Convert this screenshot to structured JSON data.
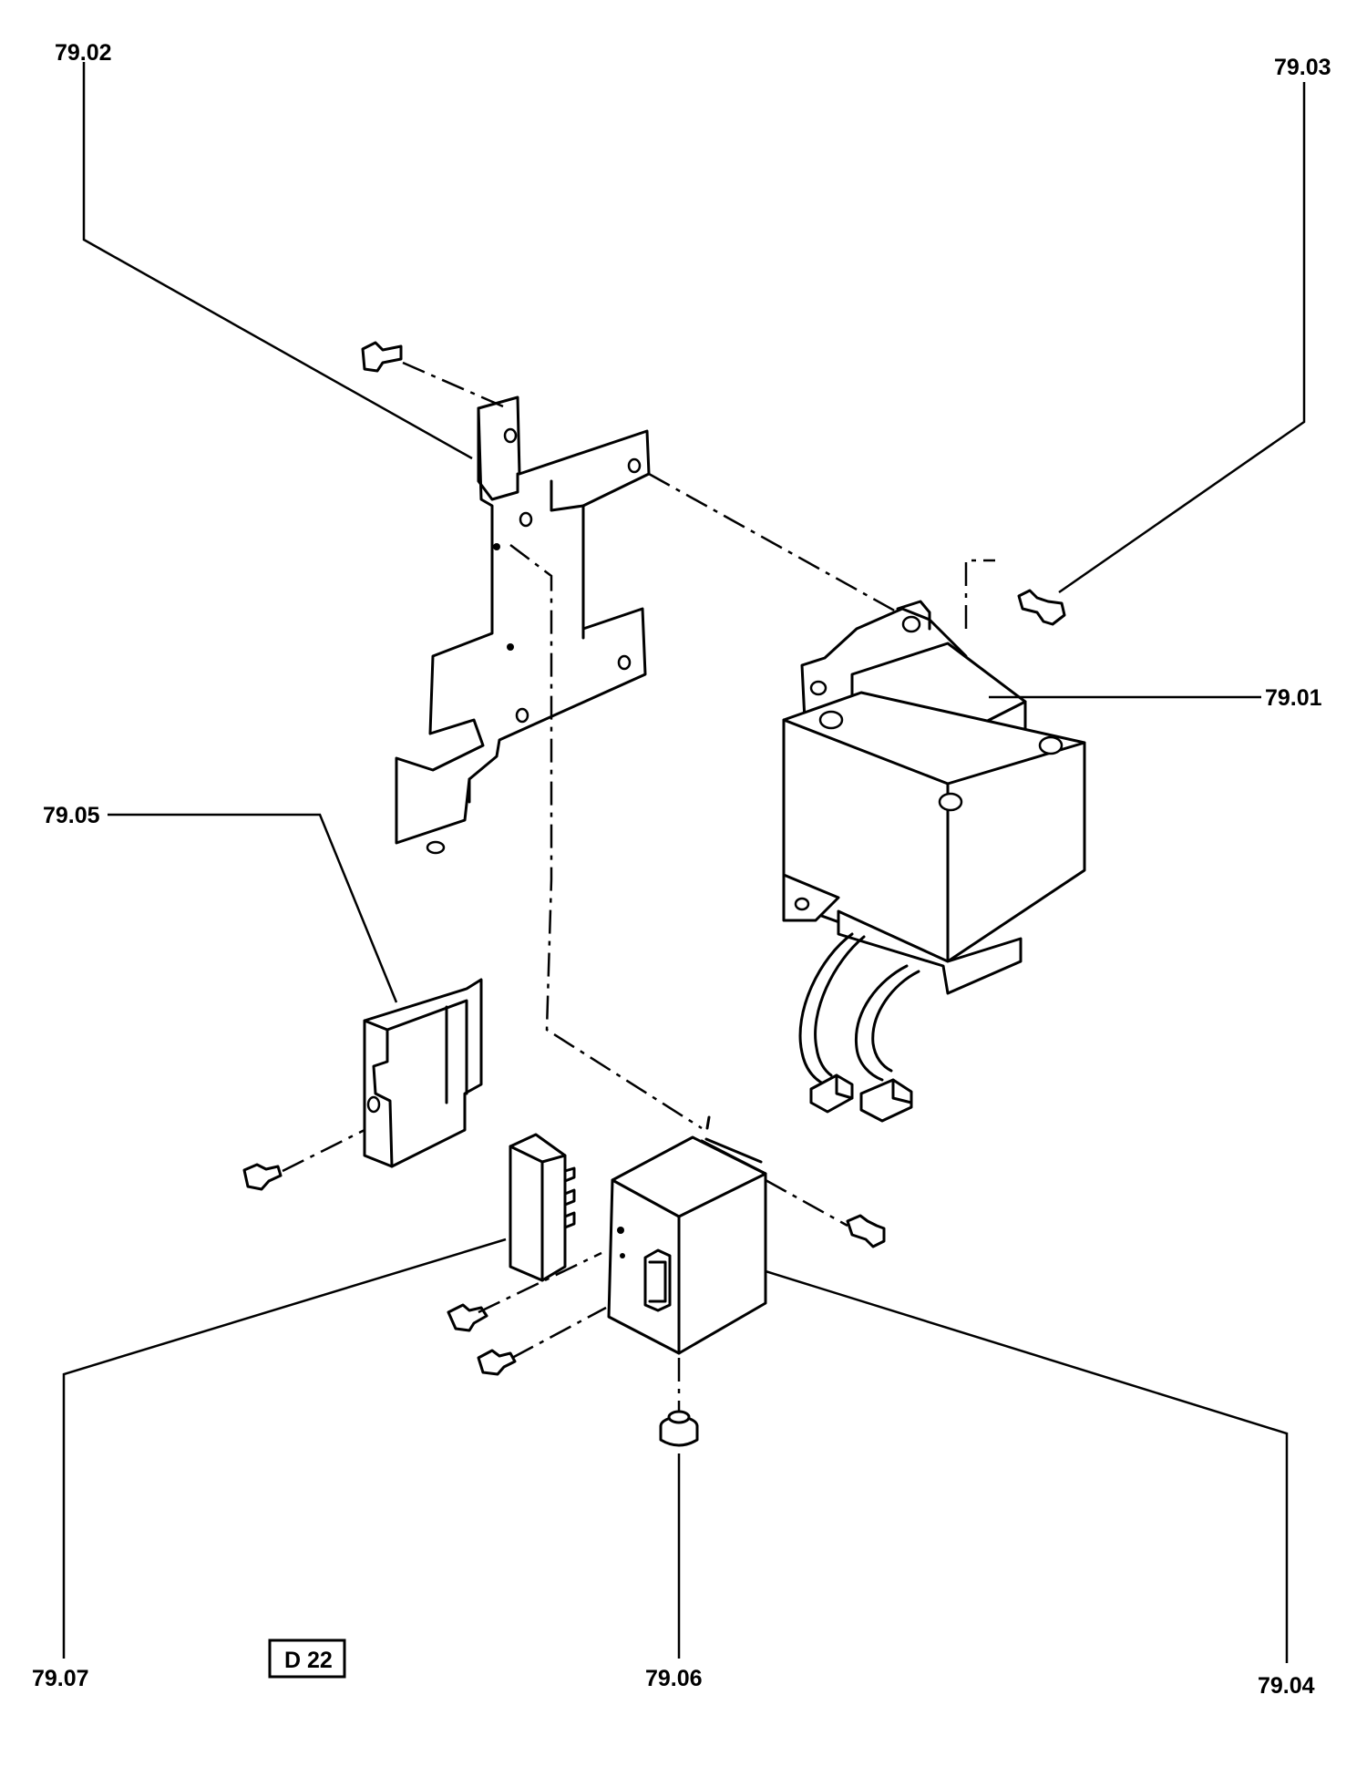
{
  "labels": {
    "p7901": "79.01",
    "p7902": "79.02",
    "p7903": "79.03",
    "p7904": "79.04",
    "p7905": "79.05",
    "p7906": "79.06",
    "p7907": "79.07"
  },
  "sheet_code": "D 22"
}
